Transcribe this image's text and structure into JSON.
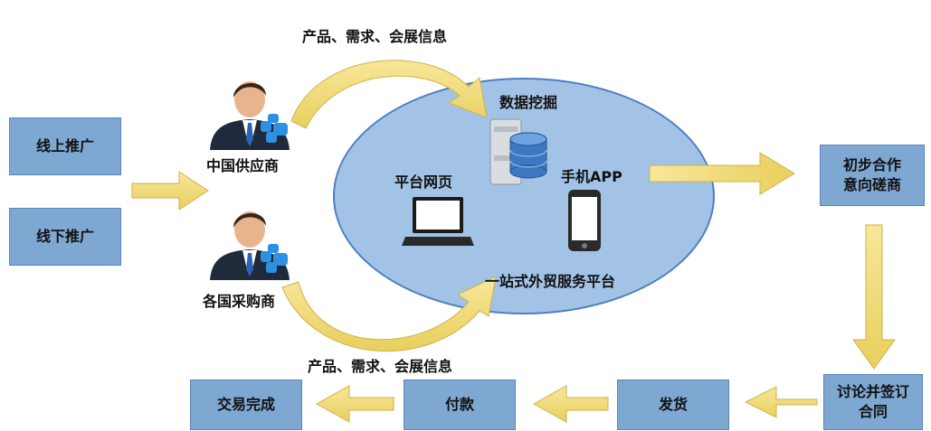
{
  "left_boxes": {
    "online": "线上推广",
    "offline": "线下推广"
  },
  "actors": {
    "supplier": "中国供应商",
    "buyer": "各国采购商"
  },
  "flow_top": "产品、需求、会展信息",
  "flow_bottom": "产品、需求、会展信息",
  "platform": {
    "data_mining": "数据挖掘",
    "web": "平台网页",
    "mobile": "手机APP",
    "name": "一站式外贸服务平台"
  },
  "steps": {
    "negotiate": [
      "初步合作",
      "意向磋商"
    ],
    "sign": [
      "讨论并签订",
      "合同"
    ],
    "ship": "发货",
    "pay": "付款",
    "done": "交易完成"
  },
  "colors": {
    "box_fill": "#7ea7d2",
    "ellipse_fill": "#a2c3e6",
    "arrow_fill": "#f2dc7a",
    "arrow_stroke": "#cdb24a"
  }
}
